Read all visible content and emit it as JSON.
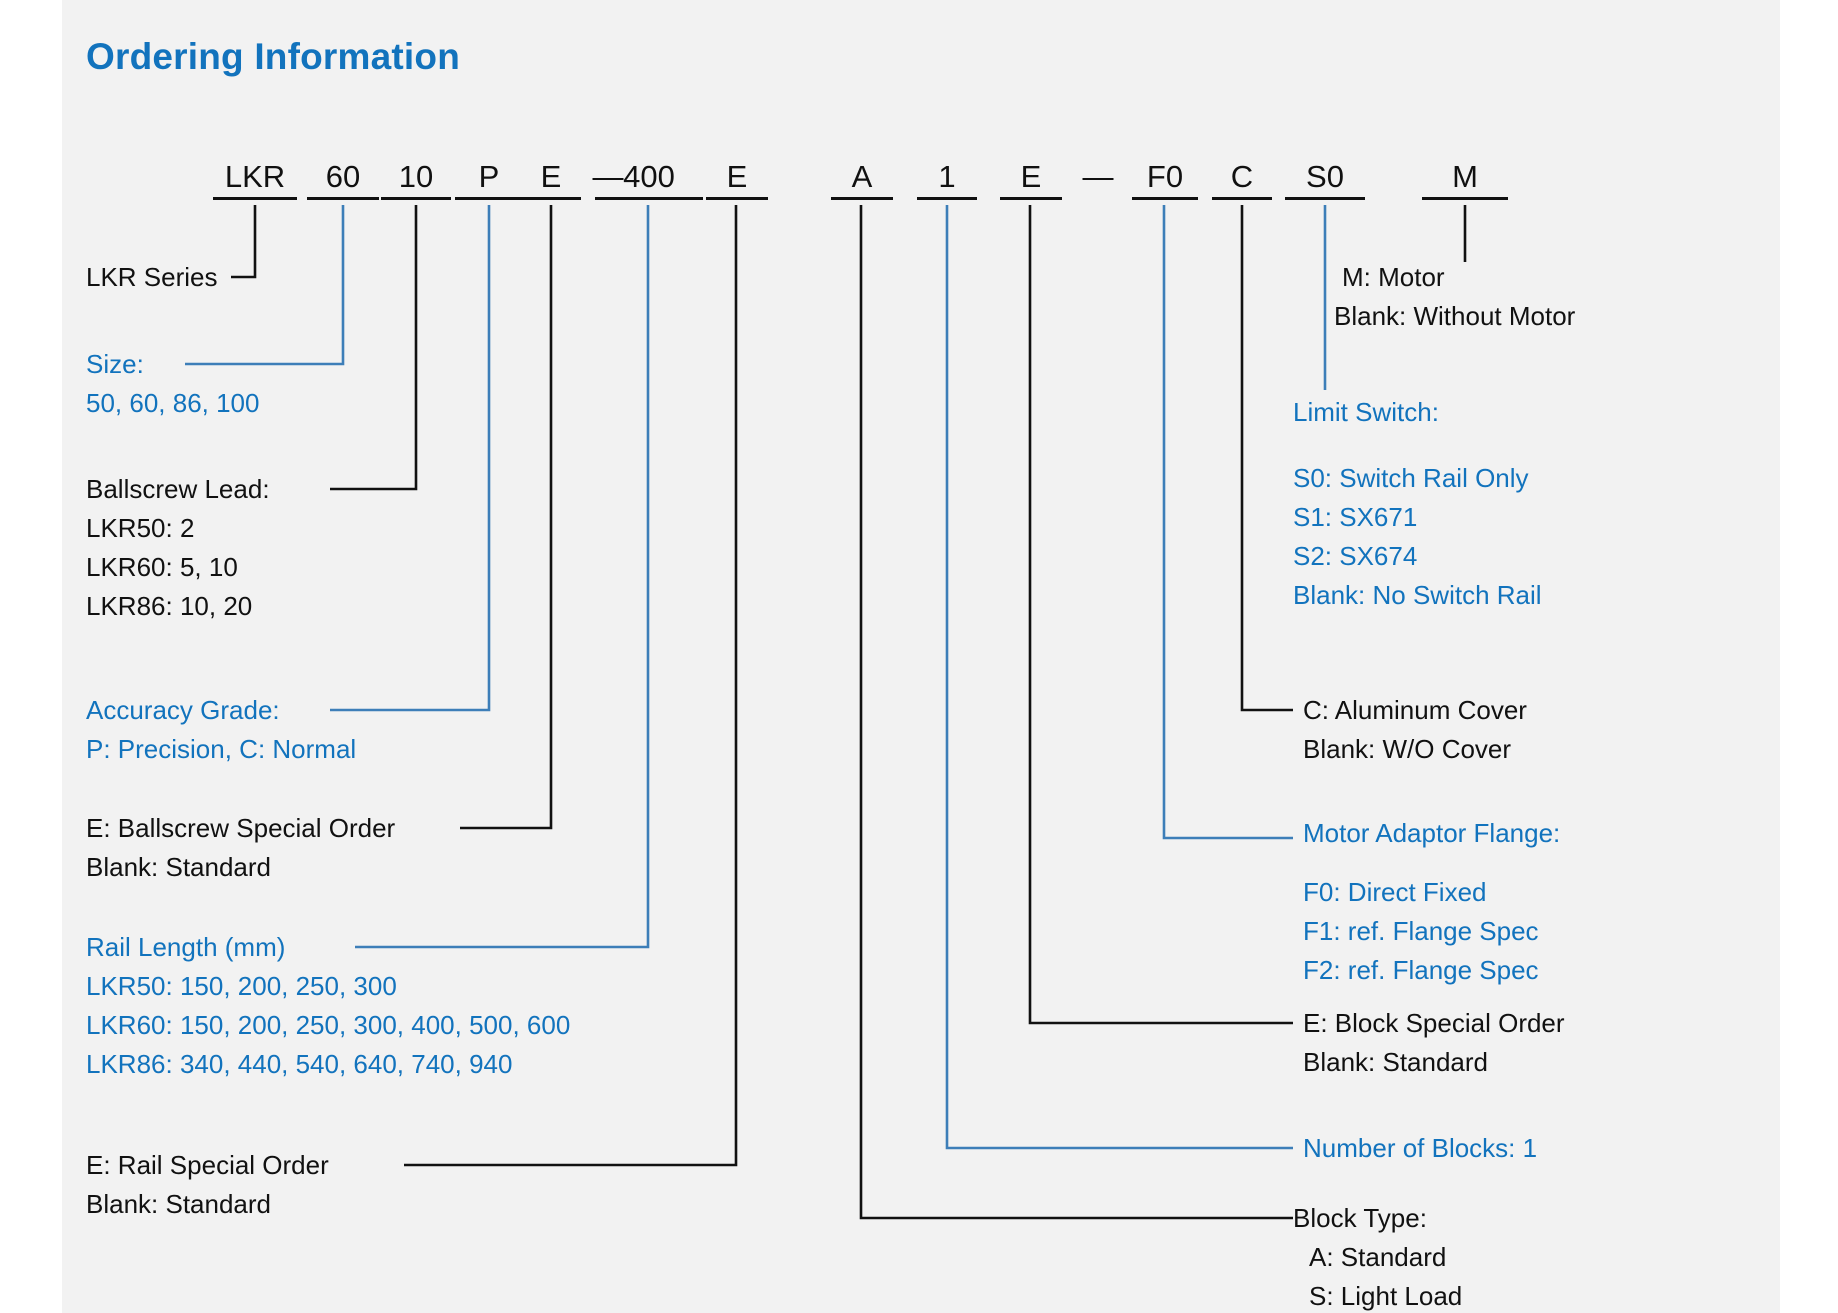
{
  "page": {
    "title": "Ordering Information",
    "accent_color": "#1273bd",
    "dark_color": "#111111",
    "leader_blue": "#3d7eb8",
    "background": "#f2f2f2"
  },
  "part_code": {
    "segments": [
      {
        "name": "series",
        "value": "LKR",
        "underlined": true
      },
      {
        "name": "size",
        "value": "60",
        "underlined": true
      },
      {
        "name": "ballscrew-lead",
        "value": "10",
        "underlined": true
      },
      {
        "name": "accuracy-grade",
        "value": "P",
        "underlined": true
      },
      {
        "name": "ballscrew-order",
        "value": "E",
        "underlined": true
      },
      {
        "name": "dash-1",
        "value": "—",
        "underlined": false
      },
      {
        "name": "rail-length",
        "value": "400",
        "underlined": true
      },
      {
        "name": "rail-order",
        "value": "E",
        "underlined": true
      },
      {
        "name": "block-type",
        "value": "A",
        "underlined": true
      },
      {
        "name": "block-count",
        "value": "1",
        "underlined": true
      },
      {
        "name": "block-order",
        "value": "E",
        "underlined": true
      },
      {
        "name": "dash-2",
        "value": "—",
        "underlined": false
      },
      {
        "name": "motor-flange",
        "value": "F0",
        "underlined": true
      },
      {
        "name": "cover",
        "value": "C",
        "underlined": true
      },
      {
        "name": "limit-switch",
        "value": "S0",
        "underlined": true
      },
      {
        "name": "motor",
        "value": "M",
        "underlined": true
      }
    ]
  },
  "legend": {
    "series": {
      "color": "dark",
      "lines": [
        "LKR Series"
      ]
    },
    "size": {
      "color": "blue",
      "lines": [
        "Size:",
        "50, 60, 86, 100"
      ]
    },
    "ballscrew_lead": {
      "color": "dark",
      "lines": [
        "Ballscrew Lead:",
        "LKR50: 2",
        "LKR60: 5, 10",
        "LKR86: 10, 20"
      ]
    },
    "accuracy_grade": {
      "color": "blue",
      "lines": [
        "Accuracy Grade:",
        "P: Precision, C: Normal"
      ]
    },
    "ballscrew_special_order": {
      "color": "dark",
      "lines": [
        "E: Ballscrew Special Order",
        "Blank: Standard"
      ]
    },
    "rail_length": {
      "color": "blue",
      "lines": [
        "Rail Length (mm)",
        "LKR50: 150, 200, 250, 300",
        "LKR60: 150, 200, 250, 300, 400, 500, 600",
        "LKR86: 340, 440, 540, 640, 740, 940"
      ]
    },
    "rail_special_order": {
      "color": "dark",
      "lines": [
        "E: Rail Special Order",
        "Blank: Standard"
      ]
    },
    "motor": {
      "color": "dark",
      "lines": [
        "M: Motor",
        "Blank: Without Motor"
      ]
    },
    "limit_switch": {
      "color": "blue",
      "lines": [
        "Limit Switch:",
        "S0: Switch Rail Only",
        "S1: SX671",
        "S2: SX674",
        "Blank: No Switch Rail"
      ]
    },
    "cover": {
      "color": "dark",
      "lines": [
        "C: Aluminum Cover",
        "Blank: W/O Cover"
      ]
    },
    "motor_adaptor_flange": {
      "color": "blue",
      "lines": [
        "Motor Adaptor Flange:",
        "F0: Direct Fixed",
        "F1: ref. Flange Spec",
        "F2: ref. Flange Spec"
      ]
    },
    "block_special_order": {
      "color": "dark",
      "lines": [
        "E: Block Special Order",
        "Blank: Standard"
      ]
    },
    "number_of_blocks": {
      "color": "blue",
      "lines": [
        "Number of Blocks: 1"
      ]
    },
    "block_type": {
      "color": "dark",
      "lines": [
        "Block Type:",
        "A: Standard",
        "S: Light Load"
      ]
    }
  }
}
